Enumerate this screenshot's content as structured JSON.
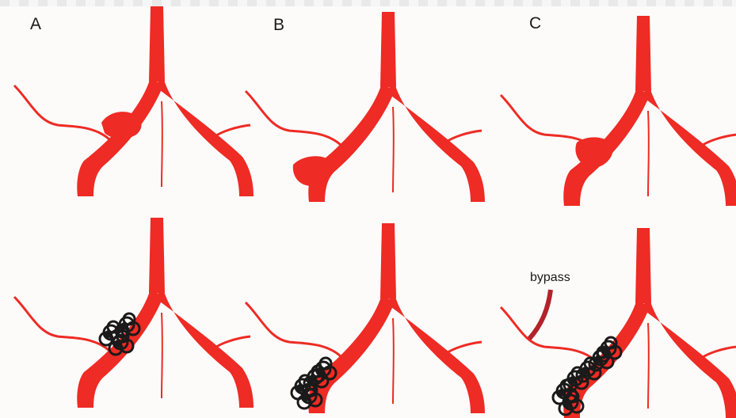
{
  "panels": [
    {
      "label": "A"
    },
    {
      "label": "B"
    },
    {
      "label": "C"
    }
  ],
  "annotations": {
    "bypass": "bypass"
  },
  "colors": {
    "artery": "#ee2b24",
    "graft": "#b3222a",
    "coil": "#1a1a1a",
    "background": "#fcfbfa"
  },
  "icons": [
    "aneurysm-sac",
    "coil-mass",
    "bypass-graft"
  ]
}
